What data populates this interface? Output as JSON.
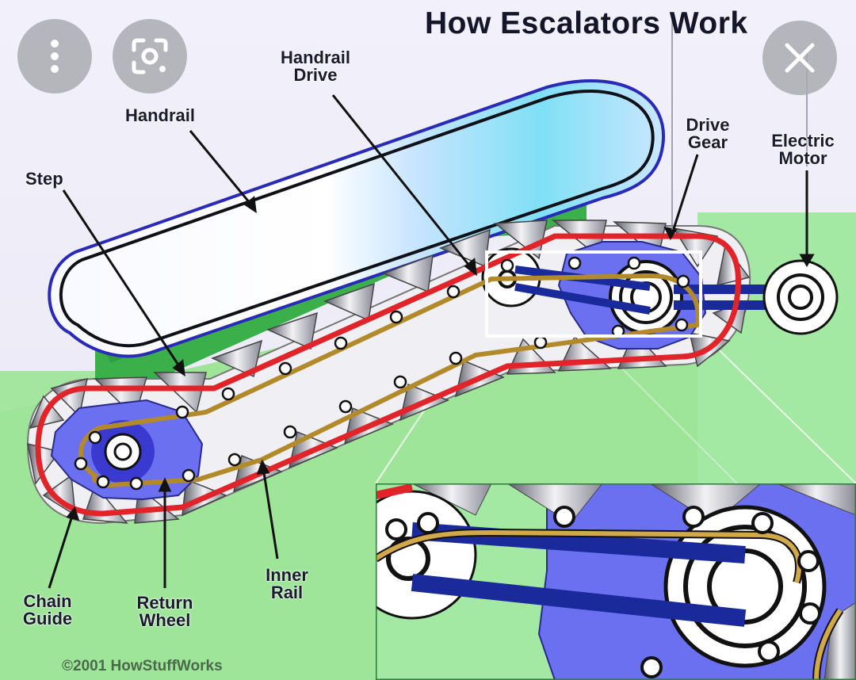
{
  "title": "How Escalators Work",
  "copyright": "©2001 HowStuffWorks",
  "labels": {
    "handrail_drive_1": "Handrail",
    "handrail_drive_2": "Drive",
    "handrail": "Handrail",
    "drive_gear_1": "Drive",
    "drive_gear_2": "Gear",
    "electric_motor_1": "Electric",
    "electric_motor_2": "Motor",
    "step": "Step",
    "chain_guide_1": "Chain",
    "chain_guide_2": "Guide",
    "return_wheel_1": "Return",
    "return_wheel_2": "Wheel",
    "inner_rail_1": "Inner",
    "inner_rail_2": "Rail"
  },
  "ui": {
    "more_icon": "more-vertical-icon",
    "lens_icon": "visual-search-icon",
    "close_icon": "close-icon"
  },
  "colors": {
    "chain": "#e0242a",
    "rail": "#b38a2a",
    "gear": "#6a70f0",
    "belt": "#1a2a9a",
    "ground": "#9ee59a",
    "truss": "#3bb04a"
  }
}
